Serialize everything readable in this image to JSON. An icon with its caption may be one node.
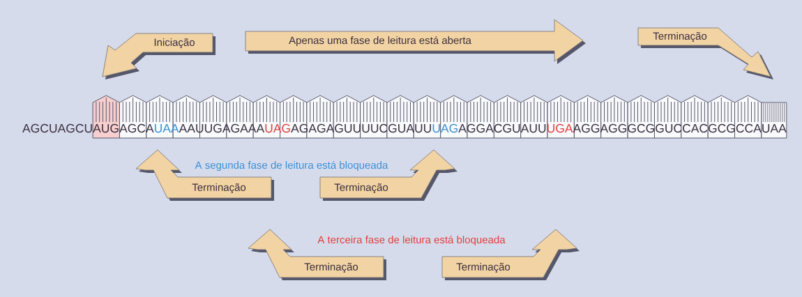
{
  "diagram": {
    "nodes": [
      {
        "text": [
          "Iniciação"
        ]
      },
      {
        "text": [
          "Apenas uma fase de leitura está aberta"
        ]
      },
      {
        "text": [
          "Terminação"
        ]
      },
      {
        "text": [
          "Terminação"
        ]
      },
      {
        "text": [
          "Terminação"
        ]
      },
      {
        "text": [
          "Terminação"
        ]
      },
      {
        "text": [
          "Terminação"
        ]
      }
    ],
    "labels": [
      "AGCUAGCU",
      "AUG",
      "AGCA",
      "UAA",
      "AAUUGAGAAA",
      "UAG",
      "AGAGAGUUUUCGUAUU",
      "UAG",
      "AGGACGUAUU",
      "UGA",
      "AGGAGGGCGGUCCACGCGCCA",
      "UAA",
      "A segunda fase de leitura está bloqueada",
      "A terceira fase de leitura está bloqueada"
    ]
  }
}
